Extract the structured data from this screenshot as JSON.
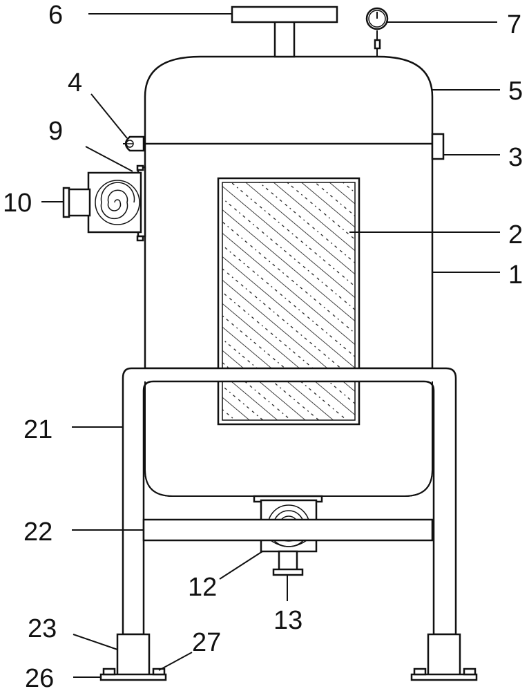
{
  "diagram": {
    "labels": {
      "l1": "1",
      "l2": "2",
      "l3": "3",
      "l4": "4",
      "l5": "5",
      "l6": "6",
      "l7": "7",
      "l9": "9",
      "l10": "10",
      "l12": "12",
      "l13": "13",
      "l21": "21",
      "l22": "22",
      "l23": "23",
      "l26": "26",
      "l27": "27"
    },
    "colors": {
      "stroke": "#111111",
      "background": "#ffffff"
    }
  }
}
